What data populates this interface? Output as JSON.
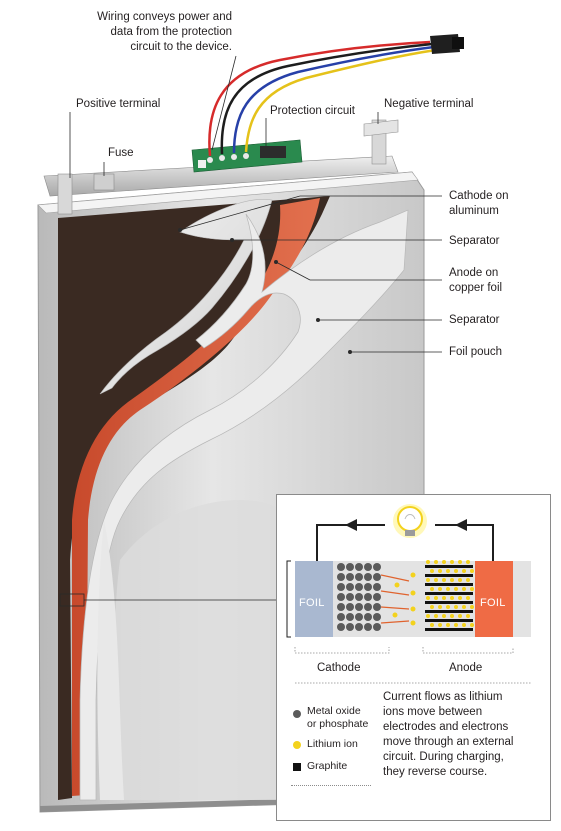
{
  "callouts": {
    "wiring": [
      "Wiring conveys power and",
      "data from the protection",
      "circuit to the device."
    ],
    "positive_terminal": "Positive terminal",
    "protection_circuit": "Protection circuit",
    "negative_terminal": "Negative terminal",
    "fuse": "Fuse",
    "cathode_on_aluminum": [
      "Cathode on",
      "aluminum"
    ],
    "separator_1": "Separator",
    "anode_on_copper_foil": [
      "Anode on",
      "copper foil"
    ],
    "separator_2": "Separator",
    "foil_pouch": "Foil pouch"
  },
  "inset": {
    "foil_left": "FOIL",
    "foil_right": "FOIL",
    "cathode_label": "Cathode",
    "anode_label": "Anode",
    "legend": {
      "metal_oxide": [
        "Metal oxide",
        "or phosphate"
      ],
      "lithium_ion": "Lithium ion",
      "graphite": "Graphite"
    },
    "description": [
      "Current flows as lithium",
      "ions move between",
      "electrodes and electrons",
      "move through an external",
      "circuit. During charging,",
      "they reverse course."
    ]
  },
  "colors": {
    "cathode_dark": "#3a2a22",
    "anode_copper": "#d9593a",
    "separator": "#e9e9e9",
    "foil_pouch": "#d6d6d6",
    "foil_blue": "#a9b8d0",
    "foil_orange": "#ef6b45",
    "lithium_yellow": "#f3d21d",
    "metal_oxide_gray": "#5b5b5b",
    "circuit_green": "#2a8a4e"
  },
  "icons": [
    "lightbulb-icon",
    "arrow-left-icon"
  ]
}
